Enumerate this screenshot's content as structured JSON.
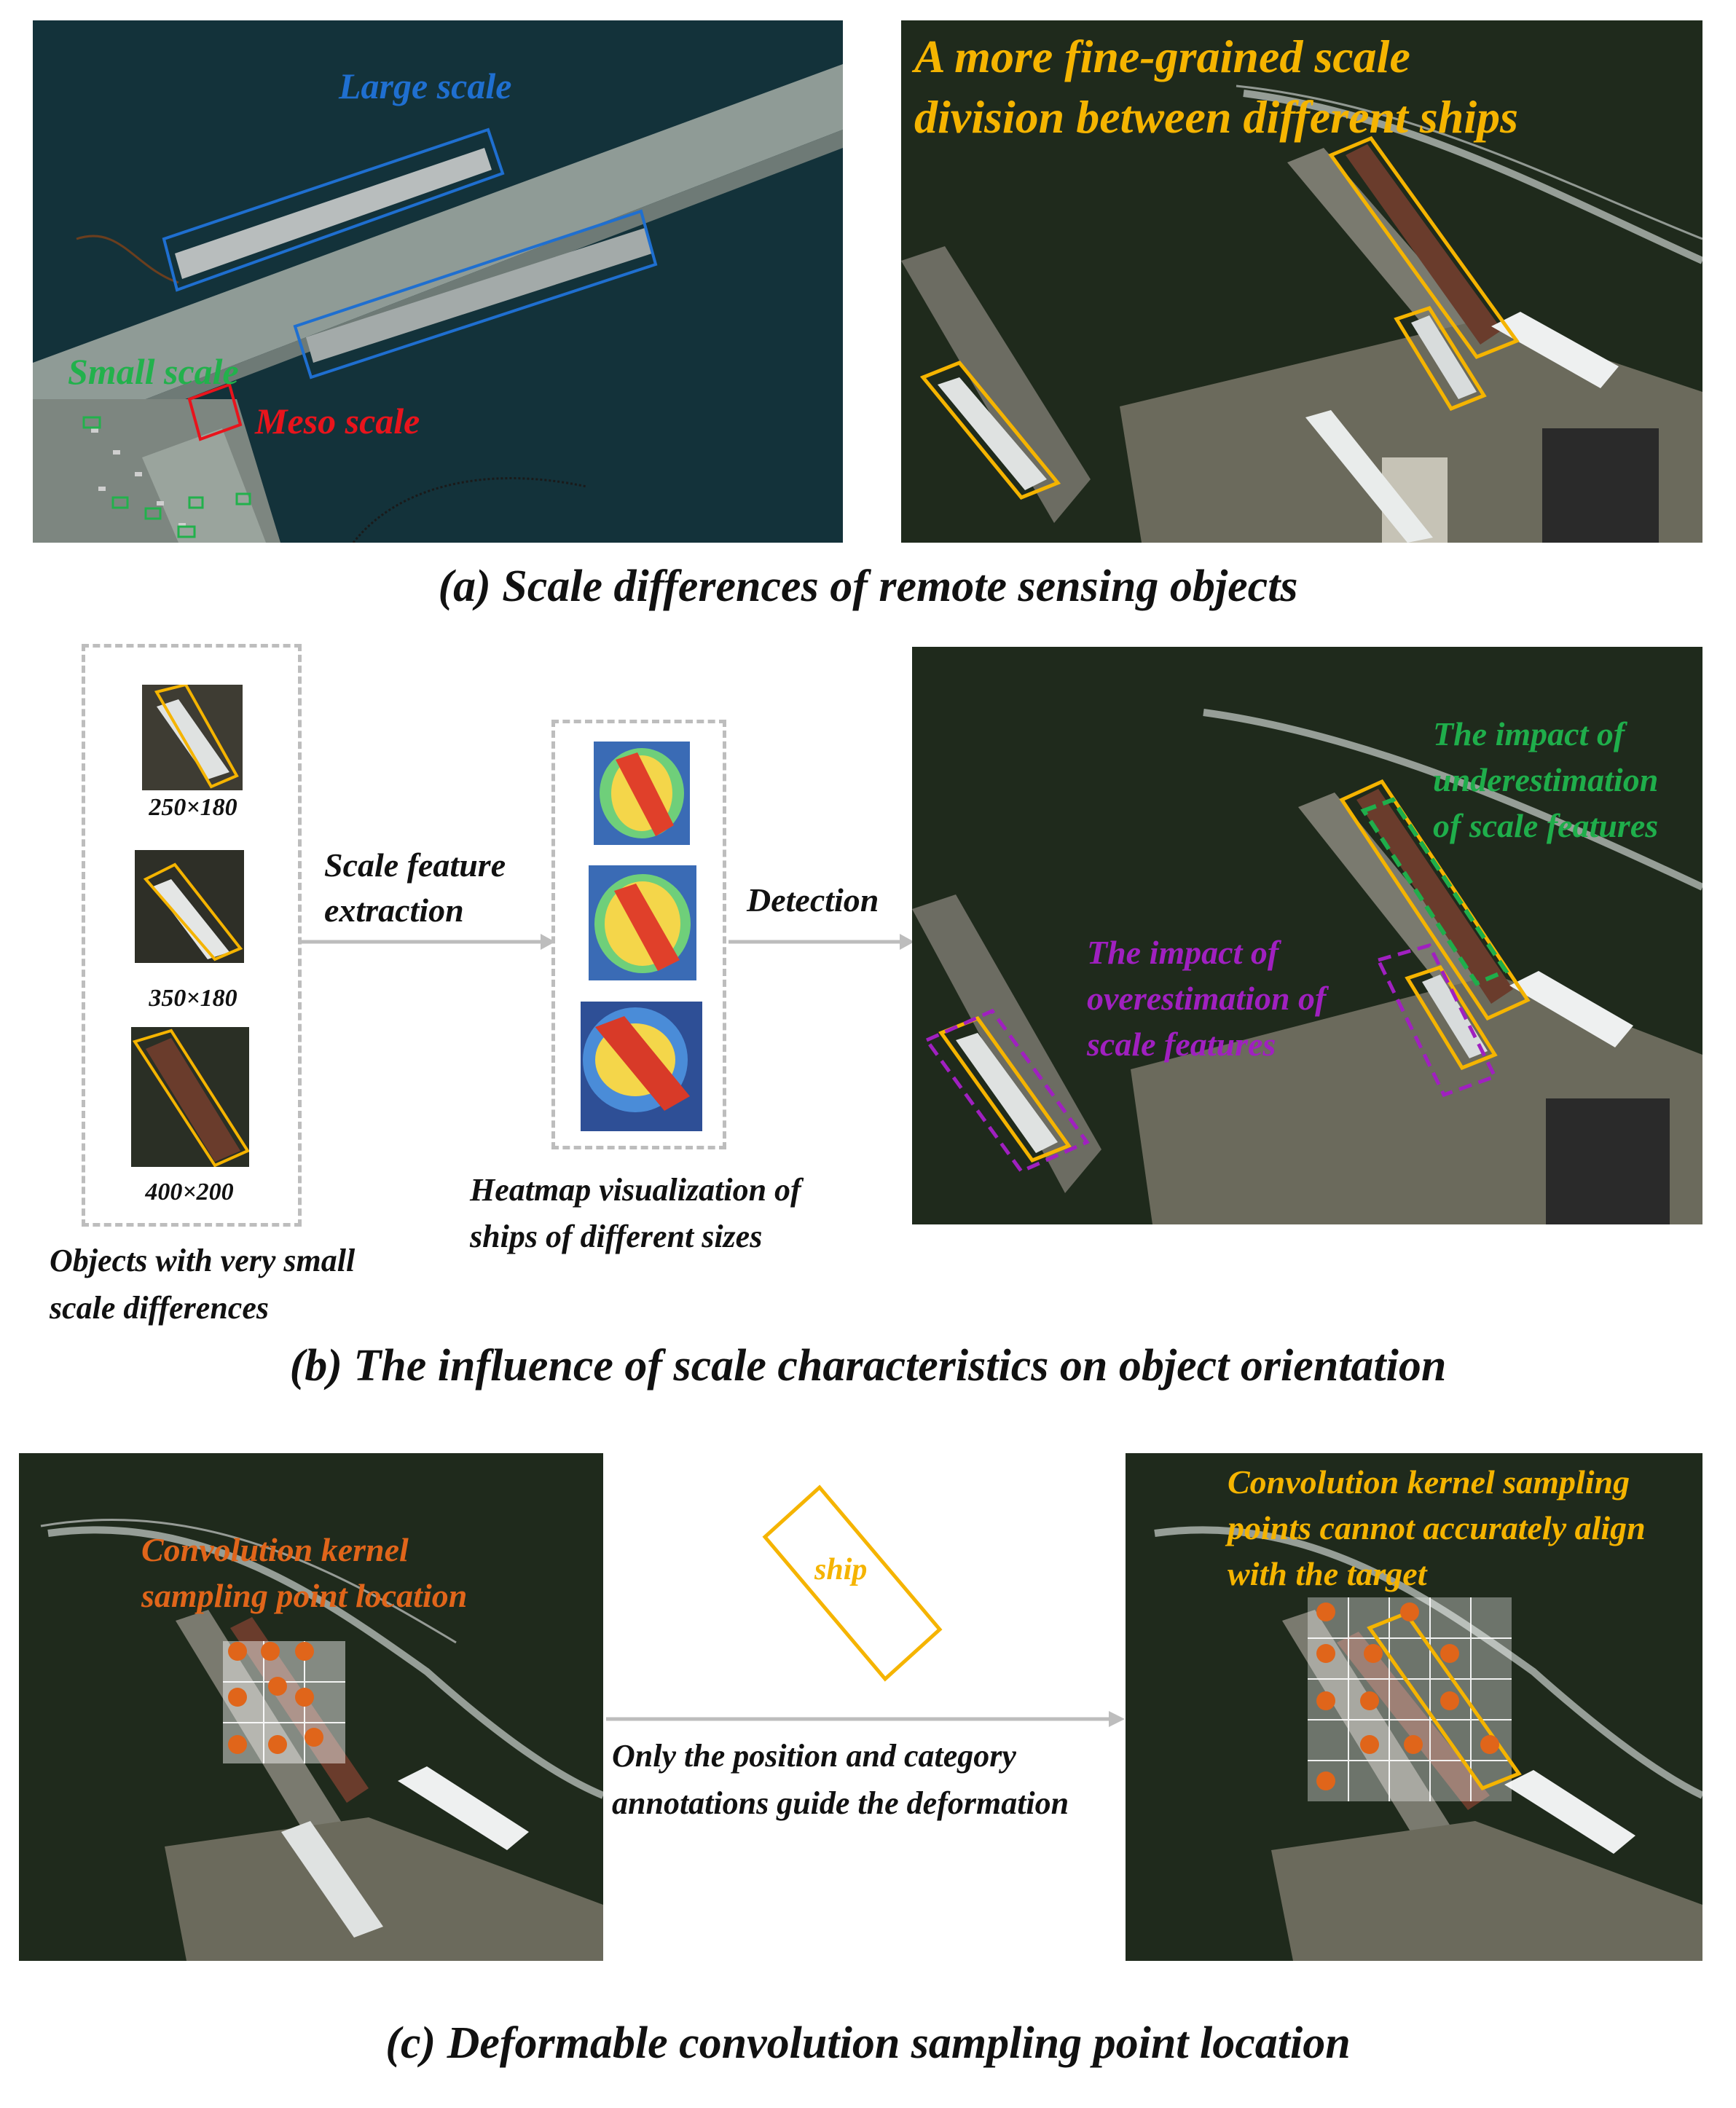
{
  "panel_a": {
    "left_image": {
      "large_label": "Large scale",
      "small_label": "Small scale",
      "meso_label": "Meso scale"
    },
    "right_image": {
      "title_line1": "A more fine-grained scale",
      "title_line2": "division between different ships"
    },
    "caption": "(a) Scale differences of remote sensing objects"
  },
  "panel_b": {
    "thumbs": [
      {
        "size": "250×180"
      },
      {
        "size": "350×180"
      },
      {
        "size": "400×200"
      }
    ],
    "objects_label_line1": "Objects with very small",
    "objects_label_line2": "scale differences",
    "extraction_label_line1": "Scale feature",
    "extraction_label_line2": "extraction",
    "heatmap_label_line1": "Heatmap visualization of",
    "heatmap_label_line2": "ships of different sizes",
    "detection_label": "Detection",
    "under_label_line1": "The impact of",
    "under_label_line2": "underestimation",
    "under_label_line3": "of scale features",
    "over_label_line1": "The impact of",
    "over_label_line2": "overestimation of",
    "over_label_line3": "scale features",
    "caption": "(b) The influence of scale characteristics on object orientation"
  },
  "panel_c": {
    "left_label_line1": "Convolution kernel",
    "left_label_line2": "sampling point location",
    "ship_label": "ship",
    "guide_label_line1": "Only the position and category",
    "guide_label_line2": "annotations guide the deformation",
    "right_label_line1": "Convolution kernel sampling",
    "right_label_line2": "points cannot accurately align",
    "right_label_line3": "with the target",
    "caption": "(c) Deformable convolution sampling point location"
  },
  "colors": {
    "large_scale": "#1f6fd0",
    "small_scale": "#22b14c",
    "meso_scale": "#e8141c",
    "annotation_orange": "#f5b400",
    "under_green": "#1fae4b",
    "over_magenta": "#a020c0",
    "sampling_orange": "#e0651a",
    "arrow_gray": "#bdbdbd"
  }
}
